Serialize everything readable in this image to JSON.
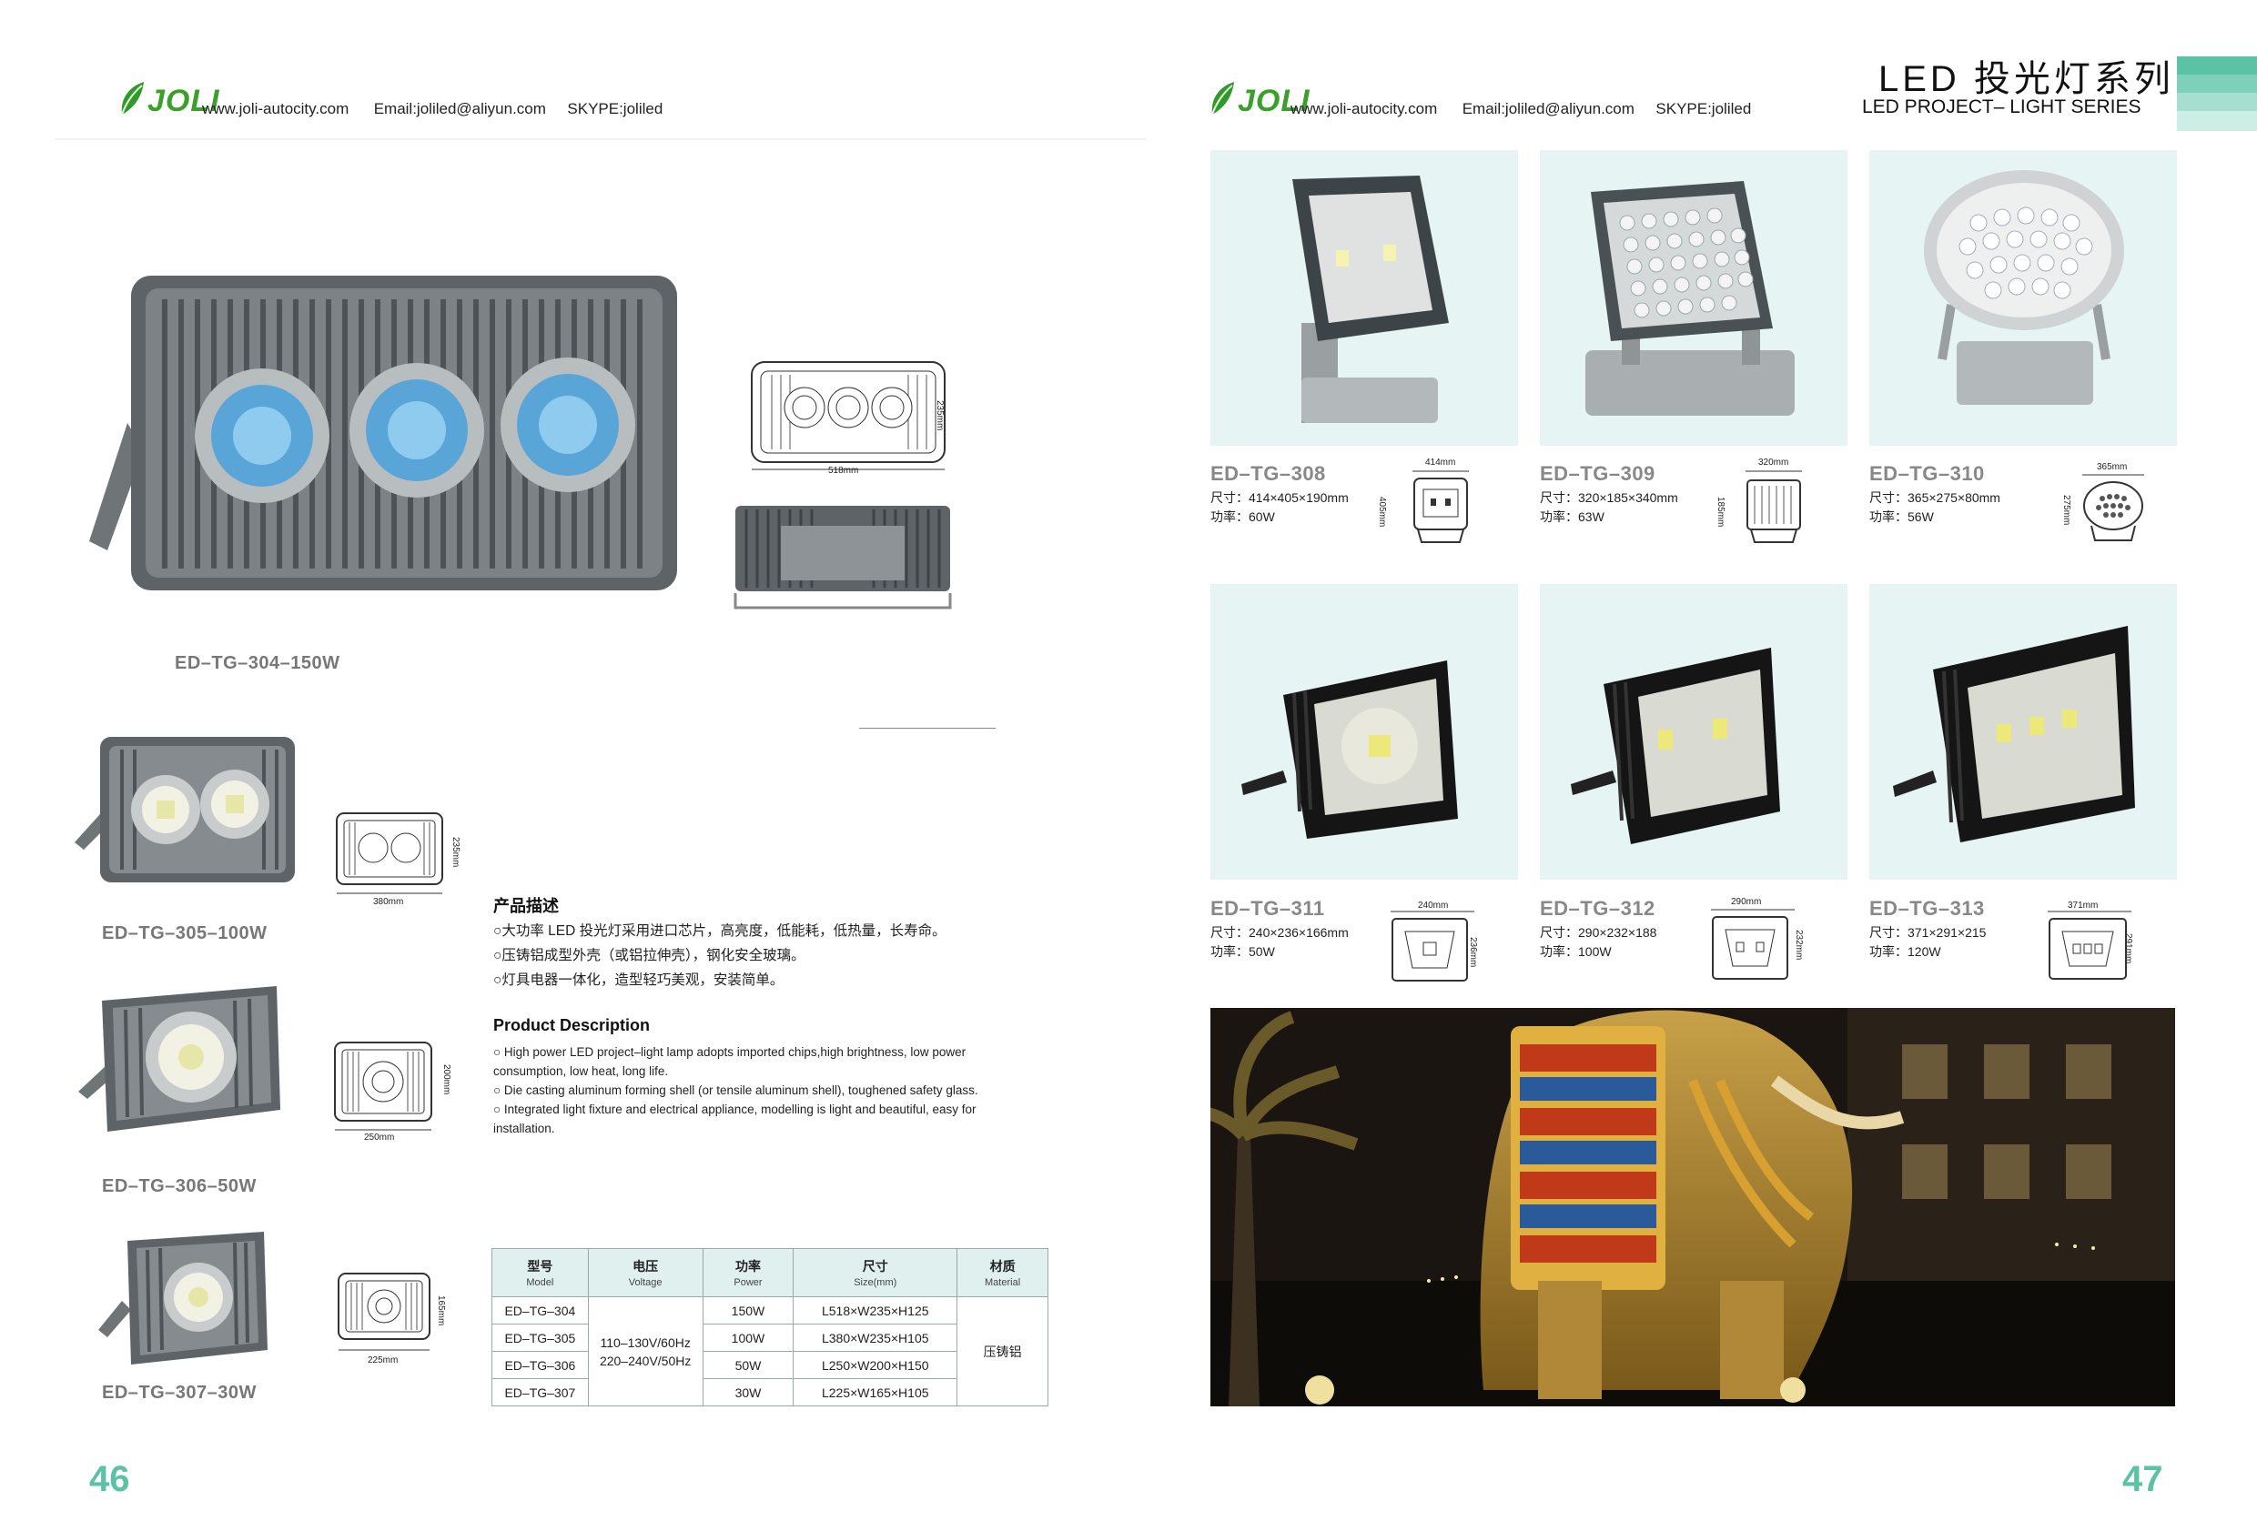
{
  "header": {
    "website": "www.joli-autocity.com",
    "email": "Email:joliled@aliyun.com",
    "skype": "SKYPE:joliled",
    "logo_text": "JOLI"
  },
  "series": {
    "title_cn": "LED 投光灯系列",
    "title_en": "LED PROJECT– LIGHT SERIES"
  },
  "colors": {
    "accent": "#5cc2a6",
    "photo_bg": "#e6f4f3",
    "table_header": "#dff0ee"
  },
  "left": {
    "page_number": "46",
    "main_product": {
      "label": "ED–TG–304–150W",
      "dim_width": "518mm",
      "dim_height": "235mm"
    },
    "products": [
      {
        "label": "ED–TG–305–100W",
        "dim_width": "380mm",
        "dim_height": "235mm"
      },
      {
        "label": "ED–TG–306–50W",
        "dim_width": "250mm",
        "dim_height": "200mm"
      },
      {
        "label": "ED–TG–307–30W",
        "dim_width": "225mm",
        "dim_height": "165mm"
      }
    ],
    "desc_cn": {
      "heading": "产品描述",
      "items": [
        "○大功率 LED 投光灯采用进口芯片，高亮度，低能耗，低热量，长寿命。",
        "○压铸铝成型外壳（或铝拉伸壳），钢化安全玻璃。",
        "○灯具电器一体化，造型轻巧美观，安装简单。"
      ]
    },
    "desc_en": {
      "heading": "Product Description",
      "items": [
        "○ High power LED project–light lamp adopts imported chips,high brightness, low power consumption, low heat, long life.",
        "○ Die casting aluminum forming shell (or tensile aluminum shell), toughened safety glass.",
        "○ Integrated light fixture and electrical appliance, modelling is light and beautiful, easy for installation."
      ]
    },
    "table": {
      "headers": [
        {
          "cn": "型号",
          "en": "Model"
        },
        {
          "cn": "电压",
          "en": "Voltage"
        },
        {
          "cn": "功率",
          "en": "Power"
        },
        {
          "cn": "尺寸",
          "en": "Size(mm)"
        },
        {
          "cn": "材质",
          "en": "Material"
        }
      ],
      "rows": [
        {
          "model": "ED–TG–304",
          "power": "150W",
          "size": "L518×W235×H125"
        },
        {
          "model": "ED–TG–305",
          "power": "100W",
          "size": "L380×W235×H105"
        },
        {
          "model": "ED–TG–306",
          "power": "50W",
          "size": "L250×W200×H150"
        },
        {
          "model": "ED–TG–307",
          "power": "30W",
          "size": "L225×W165×H105"
        }
      ],
      "voltage_1": "110–130V/60Hz",
      "voltage_2": "220–240V/50Hz",
      "material": "压铸铝"
    }
  },
  "right": {
    "page_number": "47",
    "products": [
      {
        "model": "ED–TG–308",
        "size": "尺寸：414×405×190mm",
        "power": "功率：60W",
        "dim_w": "414mm",
        "dim_h": "405mm"
      },
      {
        "model": "ED–TG–309",
        "size": "尺寸：320×185×340mm",
        "power": "功率：63W",
        "dim_w": "320mm",
        "dim_h": "185mm"
      },
      {
        "model": "ED–TG–310",
        "size": "尺寸：365×275×80mm",
        "power": "功率：56W",
        "dim_w": "365mm",
        "dim_h": "275mm"
      },
      {
        "model": "ED–TG–311",
        "size": "尺寸：240×236×166mm",
        "power": "功率：50W",
        "dim_w": "240mm",
        "dim_h": "236mm"
      },
      {
        "model": "ED–TG–312",
        "size": "尺寸：290×232×188",
        "power": "功率：100W",
        "dim_w": "290mm",
        "dim_h": "232mm"
      },
      {
        "model": "ED–TG–313",
        "size": "尺寸：371×291×215",
        "power": "功率：120W",
        "dim_w": "371mm",
        "dim_h": "291mm"
      }
    ]
  }
}
